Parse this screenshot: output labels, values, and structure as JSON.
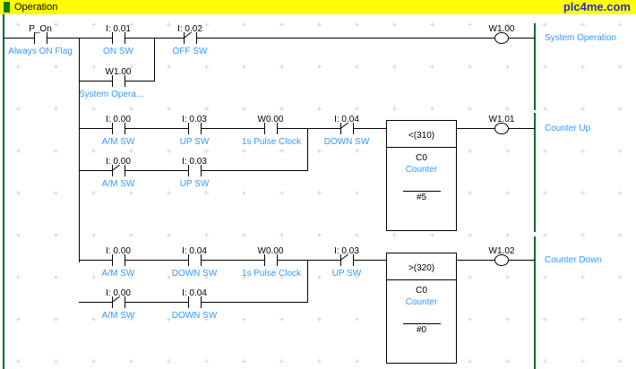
{
  "window": {
    "title": "Operation",
    "icon": "green-square-icon",
    "watermark": "plc4me.com",
    "titlebar_color": "#ffff00",
    "rail_color": "#006a2e",
    "comment_color": "#3399ff",
    "wire_color": "#000000"
  },
  "rungs": [
    {
      "id": "rung-system-operation",
      "comment": "System Operation",
      "elements": [
        {
          "name": "contact-p-on",
          "address": "P_On",
          "comment": "Always ON Flag",
          "type": "NO"
        },
        {
          "name": "contact-on-sw",
          "address": "I: 0.01",
          "comment": "ON SW",
          "type": "NO"
        },
        {
          "name": "contact-off-sw",
          "address": "I: 0.02",
          "comment": "OFF SW",
          "type": "NC"
        },
        {
          "name": "contact-seal-in",
          "address": "W1.00",
          "comment": "System Opera...",
          "type": "NO"
        },
        {
          "name": "coil-system-operation",
          "address": "W1.00",
          "comment": "",
          "type": "COIL"
        }
      ]
    },
    {
      "id": "rung-counter-up",
      "comment": "Counter Up",
      "elements": [
        {
          "name": "contact-am-sw-1",
          "address": "I: 0.00",
          "comment": "A/M SW",
          "type": "NO"
        },
        {
          "name": "contact-up-sw-1",
          "address": "I: 0.03",
          "comment": "UP SW",
          "type": "NO"
        },
        {
          "name": "contact-pulse-clock-1",
          "address": "W0.00",
          "comment": "1s Pulse Clock",
          "type": "NO"
        },
        {
          "name": "contact-am-sw-2",
          "address": "I: 0.00",
          "comment": "A/M SW",
          "type": "NC"
        },
        {
          "name": "contact-up-sw-2",
          "address": "I: 0.03",
          "comment": "UP SW",
          "type": "NO"
        },
        {
          "name": "contact-down-sw-1",
          "address": "I: 0.04",
          "comment": "DOWN SW",
          "type": "NC"
        },
        {
          "name": "coil-counter-up",
          "address": "W1.01",
          "comment": "",
          "type": "COIL"
        }
      ],
      "block": {
        "name": "counter-block-up",
        "instruction": "<(310)",
        "counter": "C0",
        "counter_label": "Counter",
        "preset": "#5"
      }
    },
    {
      "id": "rung-counter-down",
      "comment": "Counter Down",
      "elements": [
        {
          "name": "contact-am-sw-3",
          "address": "I: 0.00",
          "comment": "A/M SW",
          "type": "NO"
        },
        {
          "name": "contact-down-sw-2",
          "address": "I: 0.04",
          "comment": "DOWN SW",
          "type": "NO"
        },
        {
          "name": "contact-pulse-clock-2",
          "address": "W0.00",
          "comment": "1s Pulse Clock",
          "type": "NO"
        },
        {
          "name": "contact-am-sw-4",
          "address": "I: 0.00",
          "comment": "A/M SW",
          "type": "NC"
        },
        {
          "name": "contact-down-sw-3",
          "address": "I: 0.04",
          "comment": "DOWN SW",
          "type": "NO"
        },
        {
          "name": "contact-up-sw-3",
          "address": "I: 0.03",
          "comment": "UP SW",
          "type": "NC"
        },
        {
          "name": "coil-counter-down",
          "address": "W1.02",
          "comment": "",
          "type": "COIL"
        }
      ],
      "block": {
        "name": "counter-block-down",
        "instruction": ">(320)",
        "counter": "C0",
        "counter_label": "Counter",
        "preset": "#0"
      }
    }
  ]
}
